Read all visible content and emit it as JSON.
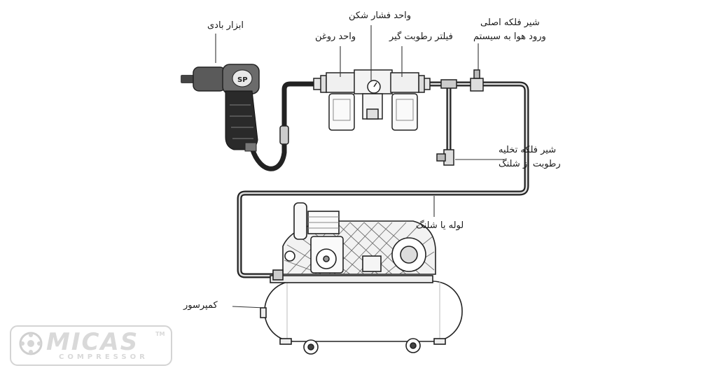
{
  "labels": {
    "air_tool": "ابزار بادی",
    "regulator": "واحد فشار شکن",
    "lubricator": "واحد روغن",
    "moisture_filter": "فیلتر رطوبت گیر",
    "main_valve_line1": "شیر فلکه اصلی",
    "main_valve_line2": "ورود هوا به سیستم",
    "drain_valve_line1": "شیر فلکه تخلیه",
    "drain_valve_line2": "رطوبت از شلنگ",
    "pipe_hose": "لوله یا شلنگ",
    "compressor": "کمپرسور"
  },
  "tool_badge": "SP",
  "logo": {
    "name": "MICAS",
    "sub": "COMPRESSOR",
    "tm": "TM"
  }
}
